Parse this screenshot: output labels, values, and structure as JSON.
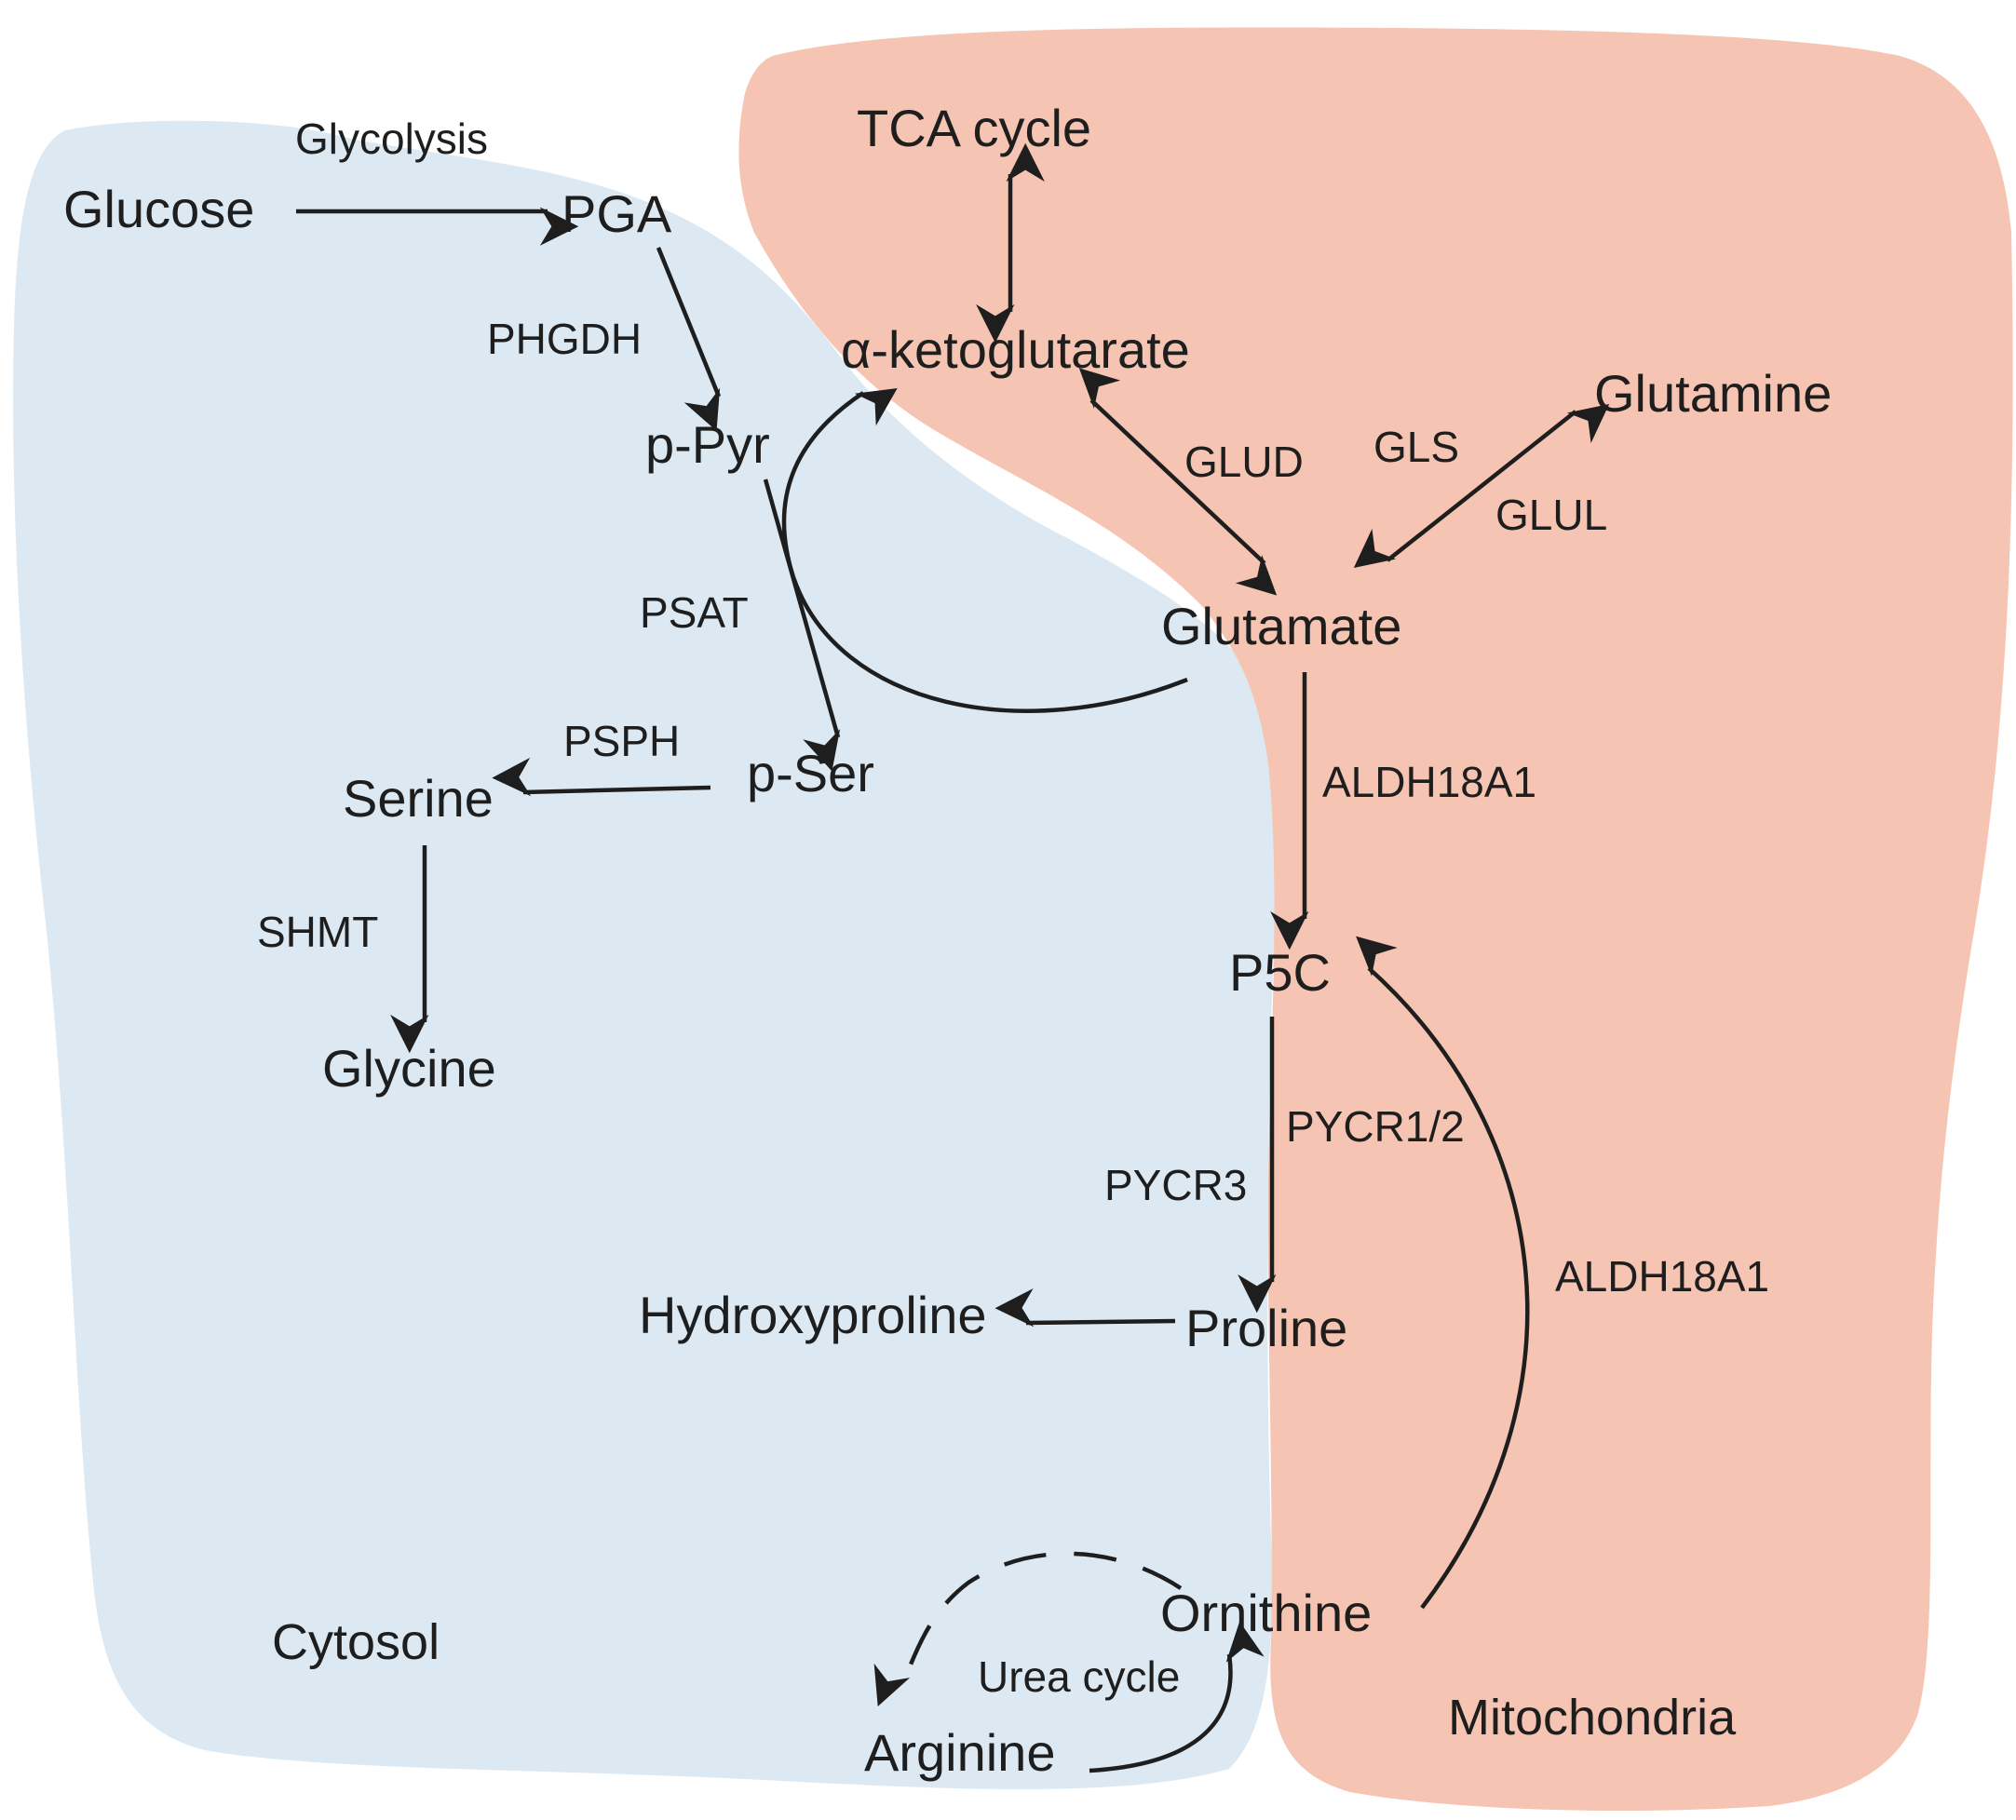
{
  "colors": {
    "cytosol": "#dde9f2",
    "mitochondria": "#f6c4b2",
    "ink": "#1e1e1e"
  },
  "compartments": {
    "cytosol": "Cytosol",
    "mitochondria": "Mitochondria"
  },
  "metabolites": {
    "glucose": "Glucose",
    "pga": "PGA",
    "p_pyr": "p-Pyr",
    "p_ser": "p-Ser",
    "serine": "Serine",
    "glycine": "Glycine",
    "tca_cycle": "TCA cycle",
    "alpha_ketoglutarate": "α-ketoglutarate",
    "glutamine": "Glutamine",
    "glutamate": "Glutamate",
    "p5c": "P5C",
    "proline": "Proline",
    "hydroxyproline": "Hydroxyproline",
    "ornithine": "Ornithine",
    "arginine": "Arginine"
  },
  "enzymes": {
    "glycolysis": "Glycolysis",
    "phgdh": "PHGDH",
    "psat": "PSAT",
    "psph": "PSPH",
    "shmt": "SHMT",
    "glud": "GLUD",
    "gls": "GLS",
    "glul": "GLUL",
    "aldh18a1_glutamate": "ALDH18A1",
    "pycr12": "PYCR1/2",
    "pycr3": "PYCR3",
    "aldh18a1_ornithine": "ALDH18A1",
    "urea_cycle": "Urea cycle"
  }
}
